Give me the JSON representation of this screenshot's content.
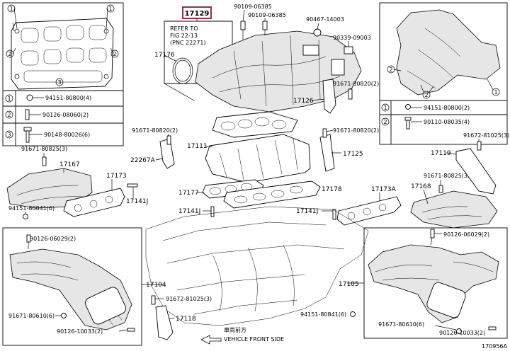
{
  "main_part": "17129",
  "refer_note": [
    "REFER TO",
    "FIG 22-13",
    "(PNC 22271)"
  ],
  "top_labels": {
    "p90109a": "90109-06385",
    "p90109b": "90109-06385",
    "p90467": "90467-14003",
    "p90339": "90339-09003",
    "p17176": "17176",
    "p17126": "17126",
    "p91671_tr": "91671-80820(2)",
    "p91671_ml": "91671-80820(2)",
    "p91671_mr": "91671-80820(2)",
    "p17111": "17111",
    "p17125": "17125",
    "p22267A": "22267A",
    "p17177": "17177",
    "p17178": "17178",
    "p17141J_c": "17141J",
    "p17141J_r": "17141J",
    "p17173A": "17173A",
    "p17168": "17168",
    "p91672_r": "91672-81025(3)",
    "p17119": "17119",
    "p91671_80825_r": "91671-80825(3)",
    "p91671_80825_l": "91671-80825(3)",
    "p17167": "17167",
    "p17173": "17173",
    "p17141J_l": "17141J",
    "p94151_l": "94151-80841(6)",
    "p90126_l": "90126-06029(2)",
    "p17104": "17104",
    "p91672_b": "91672-81025(3)",
    "p17118": "17118",
    "p91671_80610_l": "91671-80610(6)",
    "p90126_10033_l": "90126-10033(2)",
    "p17105": "17105",
    "p94151_r": "94151-80841(6)",
    "p90126_06029_r": "90126-06029(2)",
    "p91671_80610_r": "91671-80610(6)",
    "p90126_10033_r": "90126-10033(2)",
    "front_jp": "車両前方",
    "front_en": "VEHICLE FRONT SIDE",
    "fig_id": "170956A"
  },
  "left_legend": [
    {
      "num": "1",
      "part": "94151-80800(4)"
    },
    {
      "num": "2",
      "part": "90126-08060(2)"
    },
    {
      "num": "3",
      "part": "90148-80026(6)"
    }
  ],
  "right_legend": [
    {
      "num": "1",
      "part": "94151-80800(2)"
    },
    {
      "num": "2",
      "part": "90110-08035(4)"
    }
  ],
  "callout_nums": {
    "l1": "1",
    "l2": "2",
    "l3": "3",
    "r1": "1",
    "r2": "2"
  }
}
